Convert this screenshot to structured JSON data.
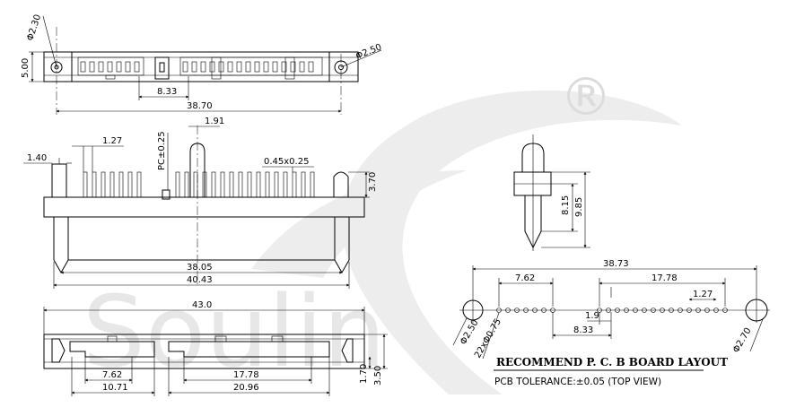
{
  "watermark": {
    "brand": "Soulin",
    "registered_mark": "®"
  },
  "top_view": {
    "dims": {
      "pin_hole_left": "Φ2.30",
      "mount_hole_right": "Φ2.50",
      "height": "5.00",
      "offset": "8.33",
      "overall": "38.70"
    }
  },
  "side_view": {
    "dims": {
      "pitch": "1.27",
      "pin_offset": "1.40",
      "center_offset": "1.91",
      "centerline": "PC±0.25",
      "pin_section": "0.45x0.25",
      "post_height": "3.70",
      "inner_length": "38.05",
      "outer_length": "40.43"
    }
  },
  "front_view": {
    "dims": {
      "overall": "43.0",
      "left_pitch_span": "7.62",
      "left_opening": "10.71",
      "right_pitch_span": "17.78",
      "right_opening": "20.96",
      "step_height": "1.70",
      "body_height": "3.50"
    }
  },
  "pin_detail": {
    "dims": {
      "tail_length": "8.15",
      "pin_length": "9.85"
    }
  },
  "pcb_layout": {
    "dims": {
      "overall": "38.73",
      "left_span": "7.62",
      "right_span": "17.78",
      "pitch": "1.27",
      "gap": "1.9",
      "offset": "8.33",
      "mount_hole_left": "Φ2.50",
      "pin_holes": "22xΦ0.75",
      "mount_hole_right": "Φ2.70"
    },
    "title": "RECOMMEND P. C. B BOARD LAYOUT",
    "subtitle": "PCB TOLERANCE:±0.05  (TOP VIEW)"
  }
}
